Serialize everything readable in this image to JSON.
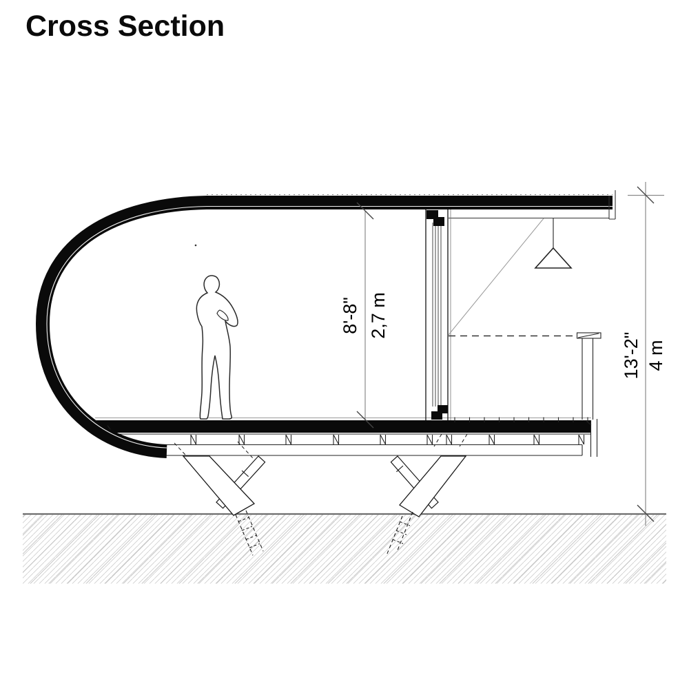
{
  "title": "Cross Section",
  "drawing": {
    "type": "architectural cross section",
    "dimensions": {
      "interior_height_imperial": "8'-8\"",
      "interior_height_metric": "2,7 m",
      "overall_height_imperial": "13'-2\"",
      "overall_height_metric": "4 m"
    },
    "elements": [
      "curved-shell-roof-and-wall",
      "floor-deck-on-beam",
      "glazed-partition",
      "pendant-light",
      "human-figure-scale",
      "angled-pile-foundations",
      "ground-hatch"
    ],
    "colors": {
      "ink": "#0a0a0a",
      "thin_line": "#2a2a2a",
      "dimension_line": "#8a8a8a",
      "ground_line": "#6e6e6e",
      "hatch": "#c9c9c9",
      "background": "#ffffff"
    }
  }
}
